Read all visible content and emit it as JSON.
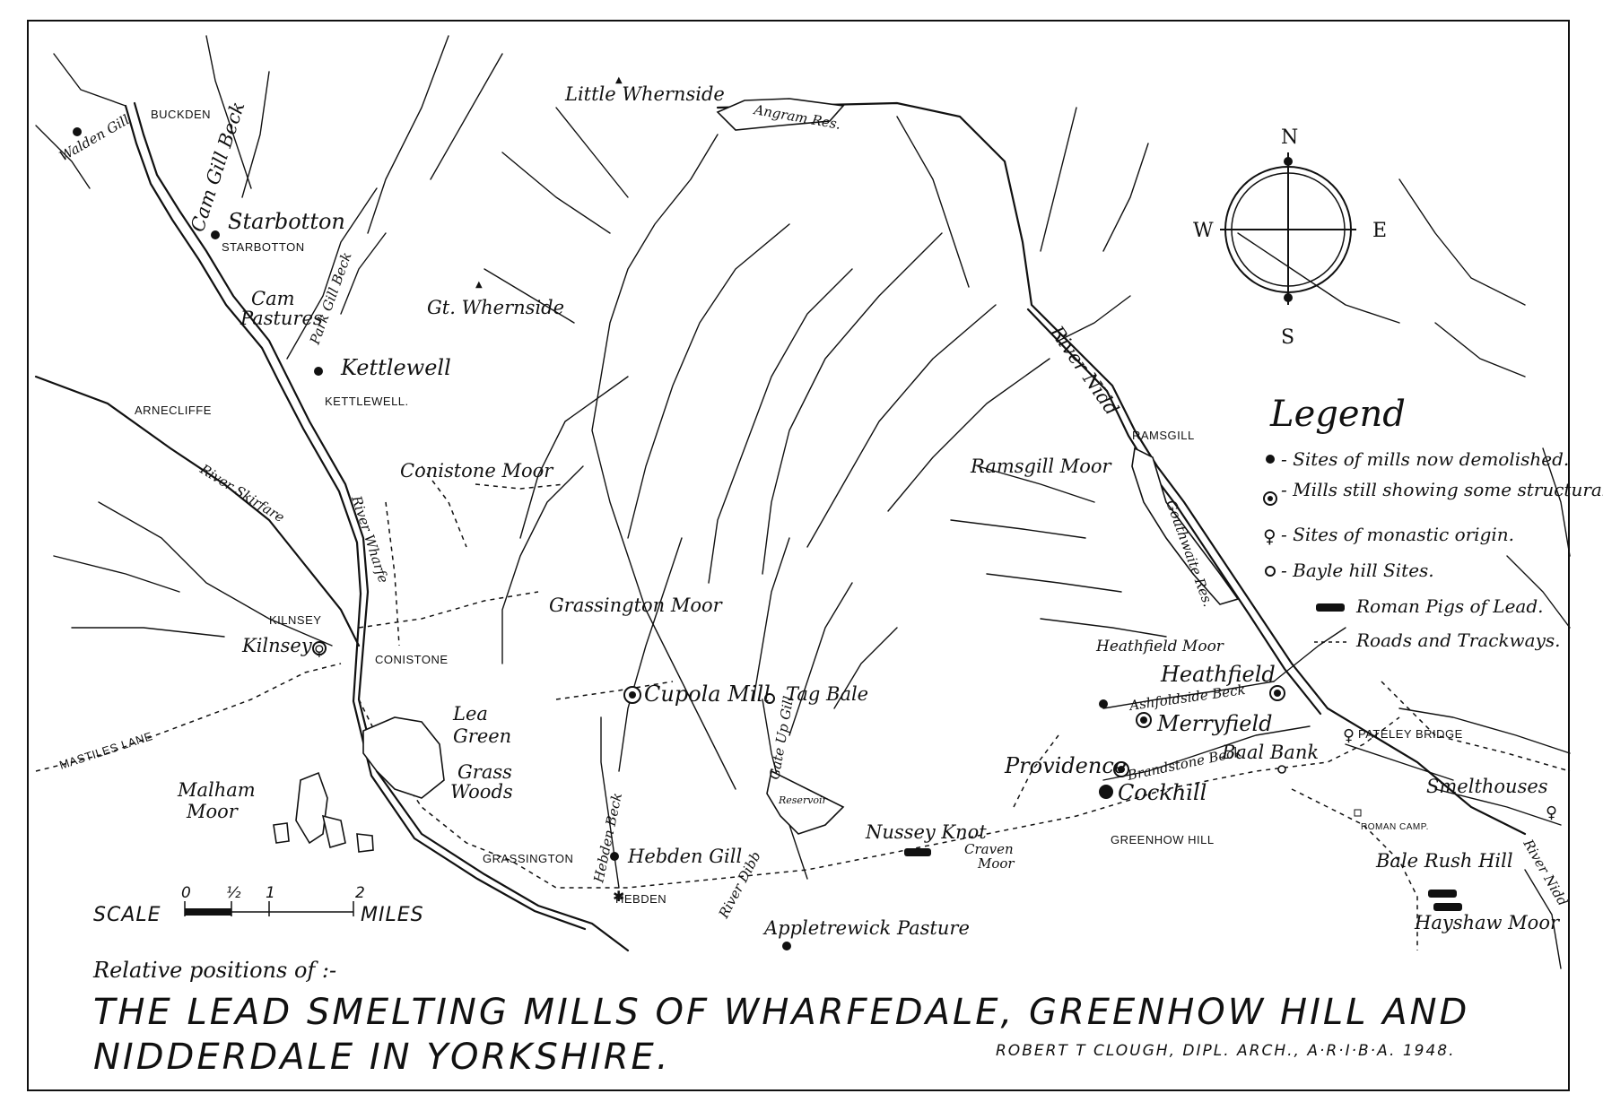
{
  "title": {
    "subtitle": "Relative positions of :-",
    "line1": "THE LEAD SMELTING MILLS OF WHARFEDALE, GREENHOW HILL AND",
    "line2": "NIDDERDALE IN YORKSHIRE.",
    "author": "ROBERT T CLOUGH, DIPL. ARCH., A·R·I·B·A. 1948."
  },
  "legend": {
    "title": "Legend",
    "items": [
      {
        "symbol": "dot",
        "label": "- Sites of mills now demolished."
      },
      {
        "symbol": "ringed-dot",
        "label": "- Mills still showing some structural details."
      },
      {
        "symbol": "cross",
        "label": "- Sites of monastic origin."
      },
      {
        "symbol": "ring",
        "label": "- Bayle hill Sites."
      },
      {
        "symbol": "pig",
        "label": "Roman Pigs of Lead."
      },
      {
        "symbol": "dashes",
        "label": "Roads and Trackways."
      }
    ]
  },
  "compass": {
    "north": "N",
    "south": "S",
    "east": "E",
    "west": "W"
  },
  "scale": {
    "label": "SCALE",
    "ticks": [
      "0",
      "½",
      "1",
      "2"
    ],
    "unit": "MILES"
  },
  "places": {
    "buckden": "BUCKDEN",
    "starbotton": "Starbotton",
    "starbotton_caps": "STARBOTTON",
    "cam_gill_beck": "Cam Gill Beck",
    "cam_pastures": "Cam Pastures",
    "park_gill_beck": "Park Gill Beck",
    "kettlewell": "Kettlewell",
    "kettlewell_caps": "KETTLEWELL.",
    "arncliffe": "ARNECLIFFE",
    "river_skirfare": "River Skirfare",
    "conistone_moor": "Conistone Moor",
    "river_wharfe": "River Wharfe",
    "kilnsey_caps": "KILNSEY",
    "kilnsey": "Kilnsey",
    "conistone": "CONISTONE",
    "mastiles_lane": "MASTILES LANE",
    "malham_moor": [
      "Malham",
      "Moor"
    ],
    "lea_green": [
      "Lea",
      "Green"
    ],
    "grass_woods": [
      "Grass",
      "Woods"
    ],
    "grassington": "GRASSINGTON",
    "grassington_moor": "Grassington Moor",
    "cupola_mill": "Cupola Mill",
    "tag_bale": "Tag Bale",
    "hebden_beck": "Hebden Beck",
    "hebden_gill": "Hebden Gill",
    "hebden": "HEBDEN",
    "gate_up_gill": "Gate Up Gill",
    "reservoir": "Reservoir",
    "river_dibb": "River Dibb",
    "appletrewick_pasture": "Appletrewick Pasture",
    "nussey_knot": "Nussey Knot",
    "craven_moor": [
      "Craven",
      "Moor"
    ],
    "little_whernside": "Little Whernside",
    "angram_res": "Angram Res.",
    "gt_whernside": "Gt. Whernside",
    "river_nidd": "River Nidd",
    "ramsgill": "RAMSGILL",
    "ramsgill_moor": "Ramsgill Moor",
    "gouthwaite_res": "Gouthwaite Res.",
    "heathfield_moor": "Heathfield Moor",
    "heathfield": "Heathfield",
    "ashfoldside_beck": "Ashfoldside Beck",
    "merryfield": "Merryfield",
    "providence": "Providence",
    "brandstone_beck": "Brandstone Beck",
    "baal_bank": "Baal Bank",
    "cockhill": "Cockhill",
    "greenhow_hill": "GREENHOW HILL",
    "pateley_bridge": "PATELEY BRIDGE",
    "smelthouses": "Smelthouses",
    "roman_camp": "ROMAN CAMP.",
    "bale_rush_hill": "Bale Rush Hill",
    "hayshaw_moor": "Hayshaw Moor",
    "river_nidd_east": "River Nidd"
  }
}
